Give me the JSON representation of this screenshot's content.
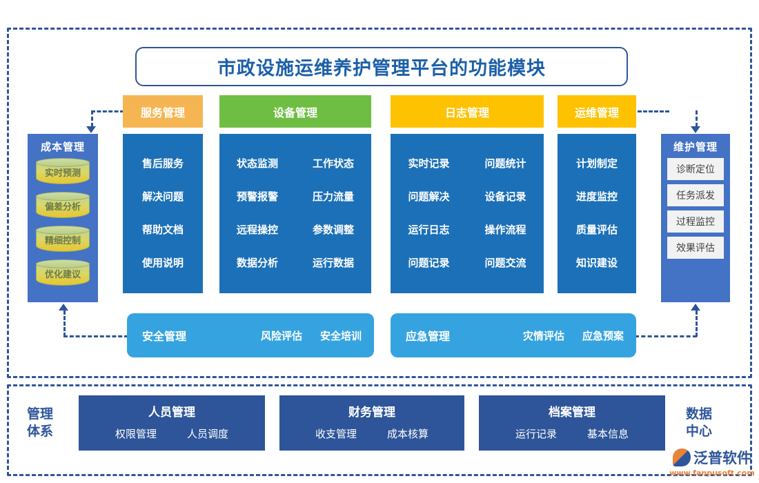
{
  "diagram": {
    "title": "市政设施运维养护管理平台的功能模块",
    "columns": [
      {
        "id": "service",
        "header": "服务管理",
        "header_color": "#F5B553",
        "body_color": "#1C70B8",
        "rows": [
          [
            "售后服务"
          ],
          [
            "解决问题"
          ],
          [
            "帮助文档"
          ],
          [
            "使用说明"
          ]
        ]
      },
      {
        "id": "device",
        "header": "设备管理",
        "header_color": "#6FBE44",
        "body_color": "#1C70B8",
        "rows": [
          [
            "状态监测",
            "工作状态"
          ],
          [
            "预警报警",
            "压力流量"
          ],
          [
            "远程操控",
            "参数调整"
          ],
          [
            "数据分析",
            "运行数据"
          ]
        ]
      },
      {
        "id": "log",
        "header": "日志管理",
        "header_color": "#FFC200",
        "body_color": "#1C70B8",
        "rows": [
          [
            "实时记录",
            "问题统计"
          ],
          [
            "问题解决",
            "设备记录"
          ],
          [
            "运行日志",
            "操作流程"
          ],
          [
            "问题记录",
            "问题交流"
          ]
        ]
      },
      {
        "id": "ops",
        "header": "运维管理",
        "header_color": "#FFC200",
        "body_color": "#1C70B8",
        "rows": [
          [
            "计划制定"
          ],
          [
            "进度监控"
          ],
          [
            "质量评估"
          ],
          [
            "知识建设"
          ]
        ]
      }
    ],
    "cost_column": {
      "title": "成本管理",
      "panel_color": "#4472C4",
      "items": [
        "实时预测",
        "偏差分析",
        "精细控制",
        "优化建议"
      ]
    },
    "maintenance_column": {
      "title": "维护管理",
      "panel_color": "#4472C4",
      "items": [
        "诊断定位",
        "任务派发",
        "过程监控",
        "效果评估"
      ]
    },
    "light_bars": [
      {
        "id": "safety",
        "title": "安全管理",
        "items": [
          "风险评估",
          "安全培训"
        ],
        "color": "#35A3E0"
      },
      {
        "id": "emergency",
        "title": "应急管理",
        "items": [
          "灾情评估",
          "应急预案"
        ],
        "color": "#35A3E0"
      }
    ],
    "bottom": {
      "left_label": "管理\n体系",
      "left_label_line1": "管理",
      "left_label_line2": "体系",
      "right_label_line1": "数据",
      "right_label_line2": "中心",
      "boxes": [
        {
          "id": "people",
          "title": "人员管理",
          "items": [
            "权限管理",
            "人员调度"
          ]
        },
        {
          "id": "finance",
          "title": "财务管理",
          "items": [
            "收支管理",
            "成本核算"
          ]
        },
        {
          "id": "archive",
          "title": "档案管理",
          "items": [
            "运行记录",
            "基本信息"
          ]
        }
      ],
      "box_color": "#2E5599"
    },
    "watermark": {
      "center_text": "泛普软件",
      "logo_name": "泛普软件",
      "logo_url": "www.fanpusoft.com"
    },
    "frame_color": "#2E5599"
  }
}
